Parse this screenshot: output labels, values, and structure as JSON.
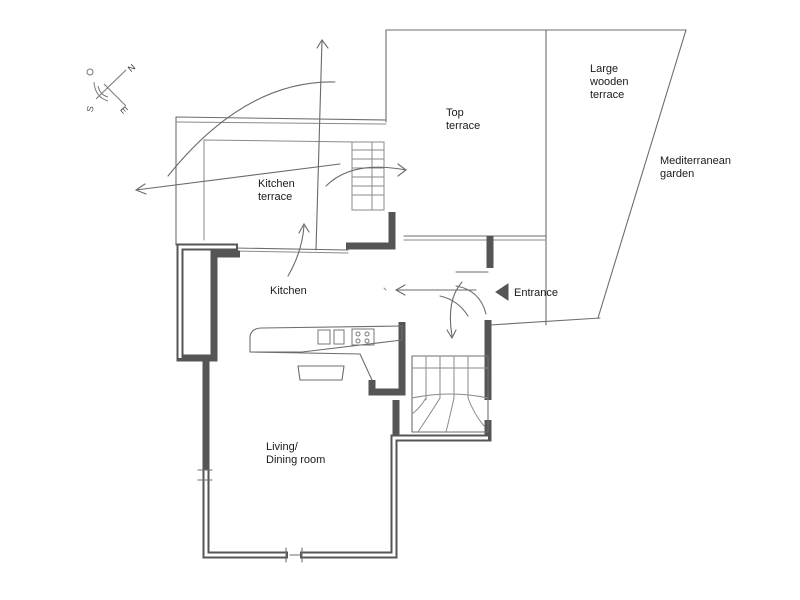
{
  "labels": {
    "large_wooden_terrace": "Large\nwooden\nterrace",
    "top_terrace": "Top\nterrace",
    "mediterranean_garden": "Mediterranean\ngarden",
    "kitchen_terrace": "Kitchen\nterrace",
    "kitchen": "Kitchen",
    "entrance": "Entrance",
    "living_dining": "Living/\nDining room"
  },
  "compass": {
    "north": "N",
    "east": "E"
  },
  "colors": {
    "wall": "#555555",
    "line": "#6d6d6d",
    "paper": "#ffffff"
  }
}
